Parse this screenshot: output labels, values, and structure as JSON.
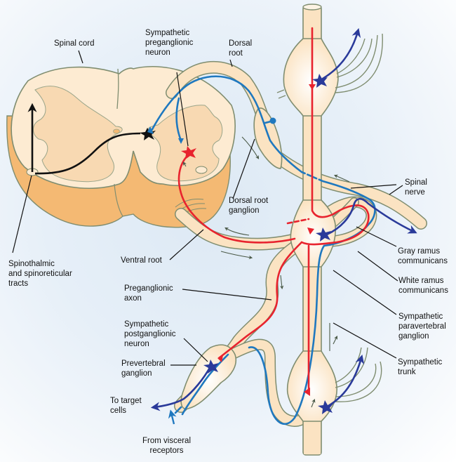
{
  "figure": {
    "colors": {
      "preganglionic": "#e8232e",
      "sensory": "#1f78bf",
      "postganglionic": "#2a3a9a",
      "tract": "#111111",
      "tissue": "#fbe3c2",
      "gray_matter": "#f6cf9e",
      "background": "#e6eff8"
    },
    "labels": {
      "spinal_cord": "Spinal cord",
      "sympathetic_preganglionic_neuron": "Sympathetic\npreganglionic\nneuron",
      "dorsal_root": "Dorsal\nroot",
      "dorsal_root_ganglion": "Dorsal root\nganglion",
      "spinal_nerve": "Spinal\nnerve",
      "gray_ramus": "Gray ramus\ncommunicans",
      "white_ramus": "White ramus\ncommunicans",
      "paravertebral_ganglion": "Sympathetic\nparavertebral\nganglion",
      "sympathetic_trunk": "Sympathetic\ntrunk",
      "spinothalamic": "Spinothalmic\nand spinoreticular\ntracts",
      "ventral_root": "Ventral root",
      "preganglionic_axon": "Preganglionic\naxon",
      "postganglionic_neuron": "Sympathetic\npostganglionic\nneuron",
      "prevertebral_ganglion": "Prevertebral\nganglion",
      "to_target_cells": "To target\ncells",
      "from_visceral_receptors": "From visceral\nreceptors"
    }
  }
}
